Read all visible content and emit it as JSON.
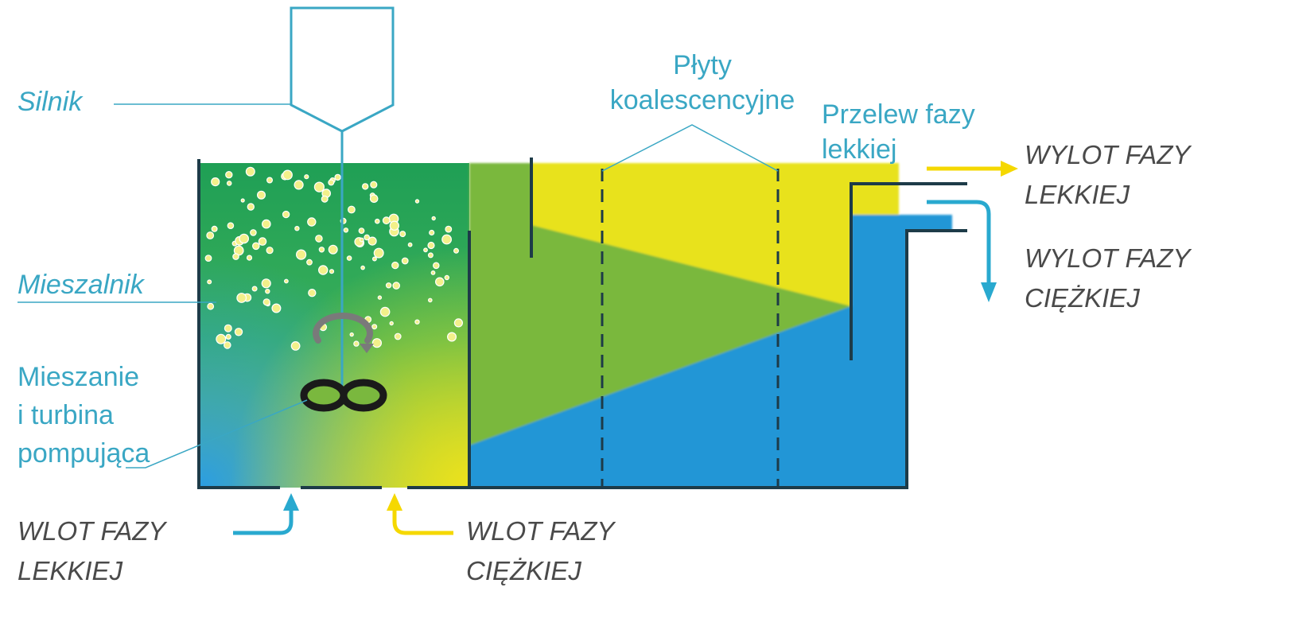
{
  "labels": {
    "motor": "Silnik",
    "mixer": "Mieszalnik",
    "mixing_line1": "Mieszanie",
    "mixing_line2": "i turbina",
    "mixing_line3": "pompująca",
    "plates_line1": "Płyty",
    "plates_line2": "koalescencyjne",
    "overflow_line1": "Przelew fazy",
    "overflow_line2": "lekkiej",
    "outlet_light_line1": "WYLOT FAZY",
    "outlet_light_line2": "LEKKIEJ",
    "outlet_heavy_line1": "WYLOT FAZY",
    "outlet_heavy_line2": "CIĘŻKIEJ",
    "inlet_light_line1": "WLOT FAZY",
    "inlet_light_line2": "LEKKIEJ",
    "inlet_heavy_line1": "WLOT FAZY",
    "inlet_heavy_line2": "CIĘŻKIEJ"
  },
  "colors": {
    "label_teal": "#3aa7c4",
    "label_grey": "#4a4a4a",
    "light_phase_yellow": "#e8e21e",
    "heavy_phase_blue": "#2196d6",
    "emulsion_green": "#7ab83e",
    "tank_outline": "#1d3b48",
    "arrow_teal": "#29a9cf",
    "arrow_yellow": "#f5d800"
  }
}
